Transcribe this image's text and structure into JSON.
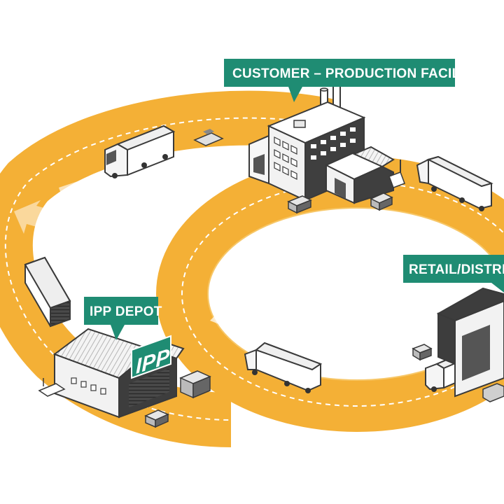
{
  "labels": {
    "customer_facility": "CUSTOMER – PRODUCTION FACILITY",
    "retail_distribution": "RETAIL/DISTRIB",
    "ipp_depot": "IPP DEPOT"
  },
  "logo": {
    "text": "IPP"
  },
  "colors": {
    "loop": "#f4b036",
    "accent": "#1f8c73",
    "outline": "#3a3a3a",
    "building_light": "#f2f2f2",
    "building_dark": "#3d3d3d"
  },
  "icons": [
    "truck-icon",
    "factory-icon",
    "warehouse-icon",
    "depot-icon",
    "pallet-icon",
    "forklift-icon",
    "flow-arrow-icon"
  ]
}
